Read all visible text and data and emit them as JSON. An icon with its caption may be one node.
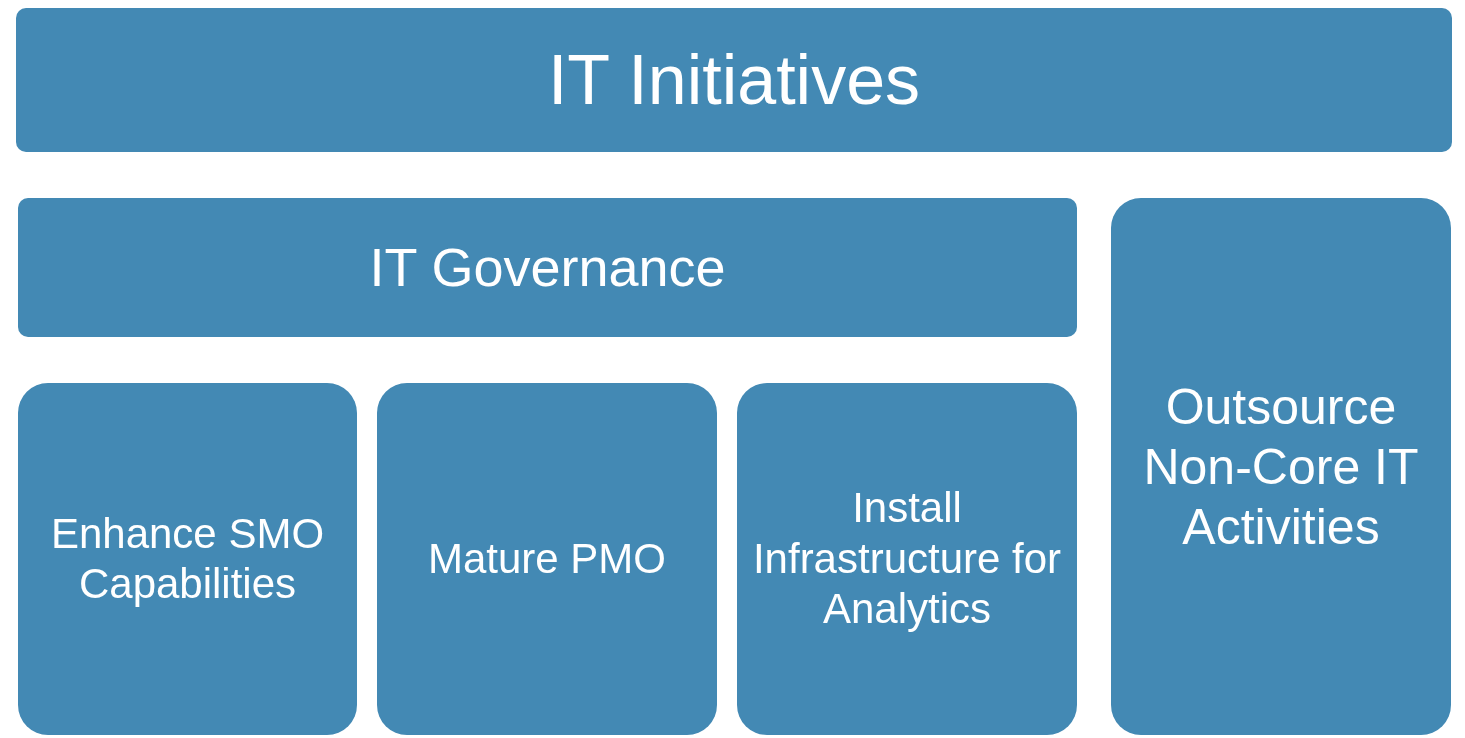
{
  "diagram": {
    "nodes": [
      {
        "text": [
          "IT Initiatives"
        ]
      },
      {
        "text": [
          "IT Governance"
        ]
      },
      {
        "text": [
          "Enhance SMO Capabilities"
        ]
      },
      {
        "text": [
          "Mature PMO"
        ]
      },
      {
        "text": [
          "Install Infrastructure for Analytics"
        ]
      },
      {
        "text": [
          "Outsource Non-Core IT Activities"
        ]
      }
    ]
  }
}
